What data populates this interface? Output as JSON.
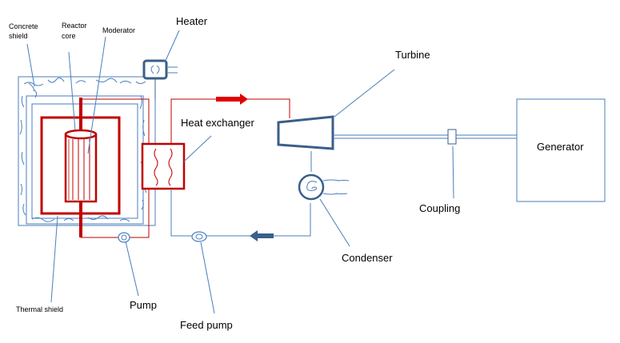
{
  "diagram": {
    "labels": {
      "concrete_shield_line1": "Concrete",
      "concrete_shield_line2": "shield",
      "reactor_core_line1": "Reactor",
      "reactor_core_line2": "core",
      "moderator": "Moderator",
      "heater": "Heater",
      "turbine": "Turbine",
      "heat_exchanger": "Heat exchanger",
      "generator": "Generator",
      "coupling": "Coupling",
      "condenser": "Condenser",
      "thermal_shield": "Thermal shield",
      "pump": "Pump",
      "feed_pump": "Feed pump"
    },
    "colors": {
      "primary_loop": "#c00000",
      "secondary_loop": "#4a7ebb",
      "component_outline": "#3a5f8a"
    }
  }
}
